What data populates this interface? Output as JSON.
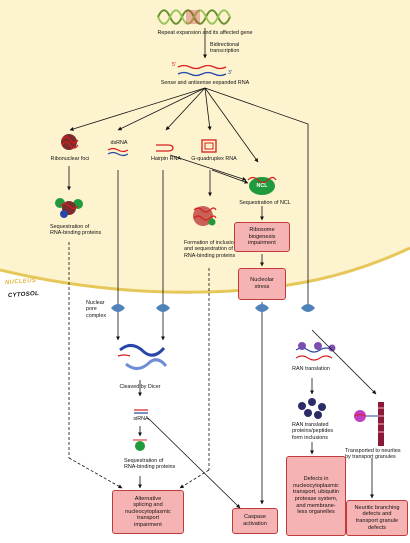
{
  "diagram": {
    "nodes": {
      "repeat_expansion": "Repeat expansion and its affected gene",
      "bidirectional": "Bidirectional\ntranscription",
      "expanded_rna": "Sense and antisense expanded RNA",
      "ribonuclear_foci": "Ribonuclear foci",
      "dsrna": "dsRNA",
      "hairpin": "Hairpin RNA",
      "g4": "G-quadruplex RNA",
      "ncl_symbol": "NCL",
      "seq_rbp_1": "Sequestration of\nRNA-binding proteins",
      "seq_ncl": "Sequestration of NCL",
      "inclusions": "Formation of inclusions\nand sequestration of\nRNA-binding proteins",
      "npc": "Nuclear\npore\ncomplex",
      "dicer": "Cleaved by Dicer",
      "sirna": "siRNA",
      "seq_rbp_2": "Sequestration of\nRNA-binding proteins",
      "ran": "RAN translation",
      "ran_products": "RAN translated\nproteins/peptides\nform inclusions",
      "granules": "Transported to neurites\nby transport granules"
    },
    "outcomes": {
      "ribosome": "Ribosome\nbiogenesis\nimpairment",
      "nucleolar": "Nucleolar\nstress",
      "splicing": "Alternative\nsplicing and\nnucleocytoplasmic\ntransport\nimpairment",
      "caspase": "Caspase\nactivation",
      "defects": "Defects in\nnucleocytoplasmic\ntransport, ubiquitin\nprotease system,\nand membrane-\nless organelles",
      "neuritic": "Neuritic branching\ndefects and\ntransport granule\ndefects"
    },
    "compartments": {
      "nucleus": "NUCLEUS",
      "cytosol": "CYTOSOL"
    },
    "strand_marks": {
      "five_prime": "5'",
      "three_prime": "3'"
    },
    "colors": {
      "outcome_fill": "#f6b3b3",
      "outcome_border": "#c23a3a",
      "nucleus_fill": "#fdf3cf",
      "nuclear_envelope": "#e6c85a",
      "rna_red": "#d81e1e",
      "rna_blue": "#2746a6",
      "protein_green": "#1f9a3c",
      "pore_blue": "#4f83b8"
    }
  }
}
